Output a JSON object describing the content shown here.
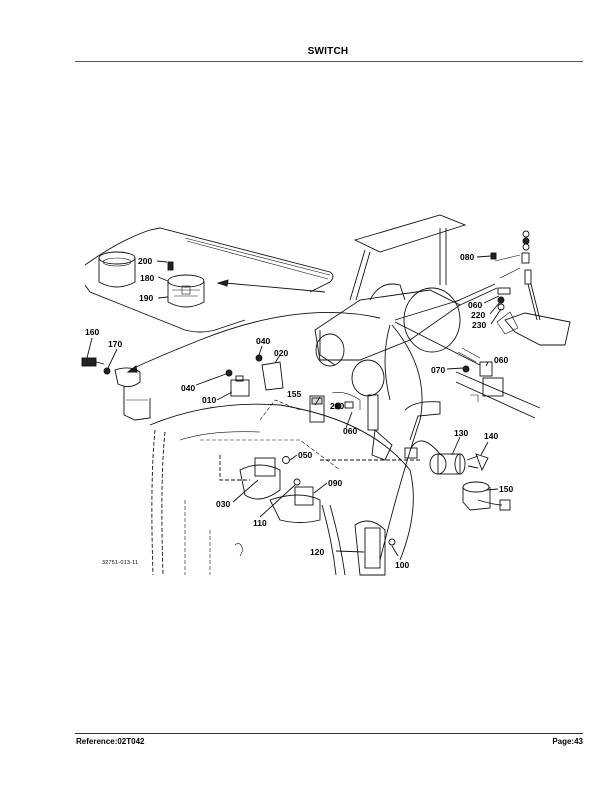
{
  "header": {
    "title": "SWITCH"
  },
  "diagram": {
    "figure_number": "32751-013-11",
    "callouts": [
      {
        "id": "200",
        "label": "200"
      },
      {
        "id": "180",
        "label": "180"
      },
      {
        "id": "190",
        "label": "190"
      },
      {
        "id": "160",
        "label": "160"
      },
      {
        "id": "170",
        "label": "170"
      },
      {
        "id": "040a",
        "label": "040"
      },
      {
        "id": "020",
        "label": "020"
      },
      {
        "id": "040b",
        "label": "040"
      },
      {
        "id": "010",
        "label": "010"
      },
      {
        "id": "155",
        "label": "155"
      },
      {
        "id": "210",
        "label": "210"
      },
      {
        "id": "060a",
        "label": "060"
      },
      {
        "id": "080",
        "label": "080"
      },
      {
        "id": "060b",
        "label": "060"
      },
      {
        "id": "220",
        "label": "220"
      },
      {
        "id": "230",
        "label": "230"
      },
      {
        "id": "060c",
        "label": "060"
      },
      {
        "id": "070",
        "label": "070"
      },
      {
        "id": "130",
        "label": "130"
      },
      {
        "id": "140",
        "label": "140"
      },
      {
        "id": "150",
        "label": "150"
      },
      {
        "id": "050",
        "label": "050"
      },
      {
        "id": "090",
        "label": "090"
      },
      {
        "id": "030",
        "label": "030"
      },
      {
        "id": "110",
        "label": "110"
      },
      {
        "id": "120",
        "label": "120"
      },
      {
        "id": "100",
        "label": "100"
      }
    ]
  },
  "footer": {
    "reference": "Reference:02T042",
    "page": "Page:43"
  }
}
